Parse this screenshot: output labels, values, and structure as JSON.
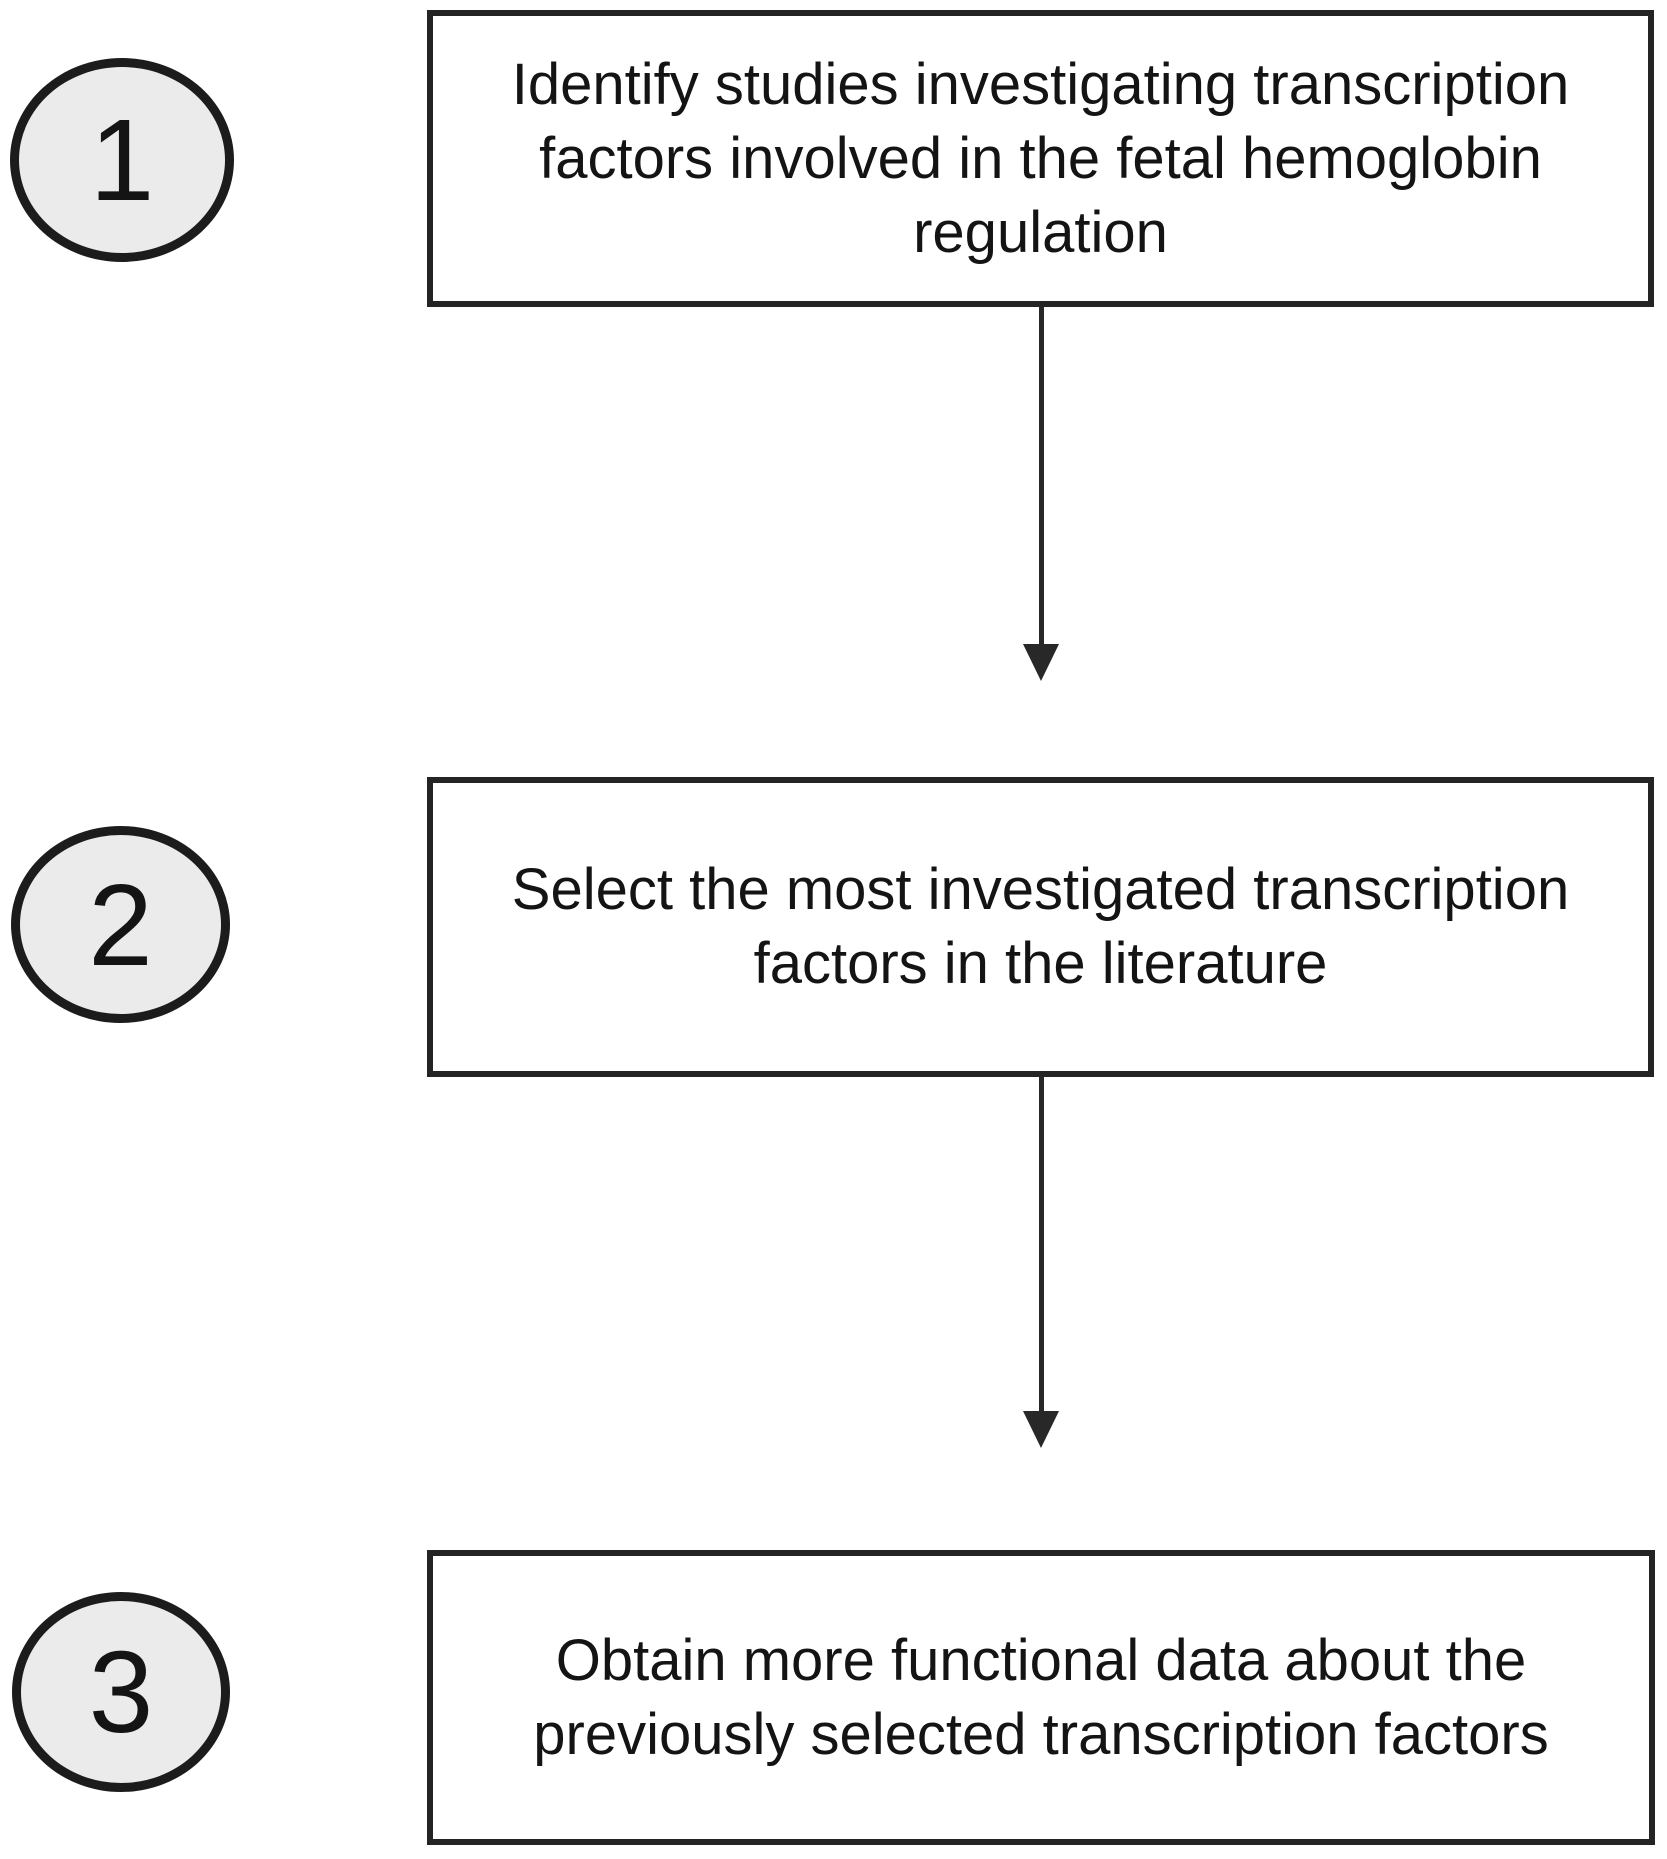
{
  "diagram": {
    "type": "flowchart",
    "direction": "top-to-bottom",
    "steps": [
      {
        "number": "1",
        "label": "Identify studies investigating transcription\nfactors involved in the fetal hemoglobin\nregulation"
      },
      {
        "number": "2",
        "label": "Select the most investigated transcription\nfactors in the literature"
      },
      {
        "number": "3",
        "label": "Obtain more functional data about the\npreviously selected transcription factors"
      }
    ],
    "connectors": [
      {
        "from": "1",
        "to": "2",
        "shape": "vertical-arrow-down"
      },
      {
        "from": "2",
        "to": "3",
        "shape": "vertical-arrow-down"
      }
    ],
    "colors": {
      "background": "#ffffff",
      "box_border": "#242424",
      "box_fill": "#ffffff",
      "circle_border": "#1c1c1c",
      "circle_fill": "#ebebeb",
      "arrow": "#282828",
      "text": "#141414"
    }
  }
}
